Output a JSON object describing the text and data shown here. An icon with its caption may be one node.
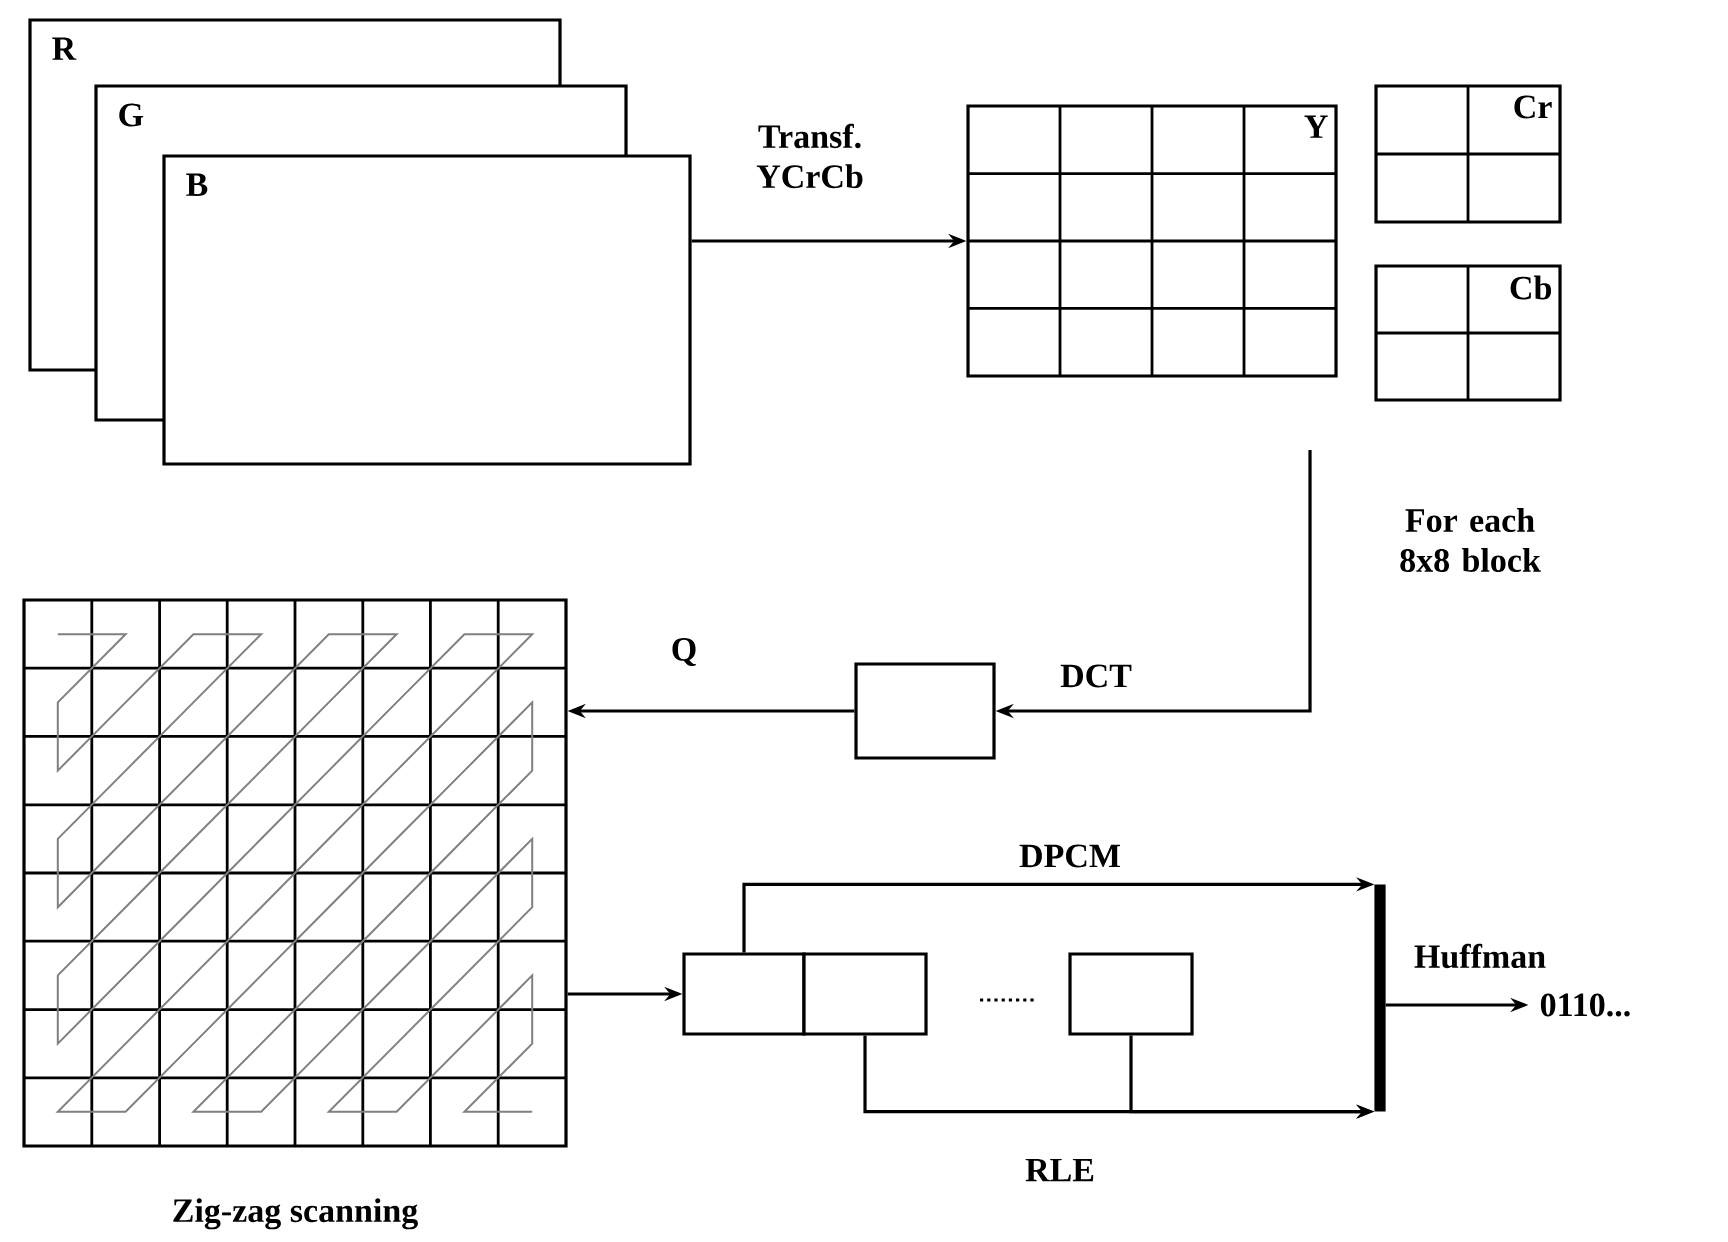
{
  "diagram": {
    "nodes": [
      {
        "text": [
          "R"
        ]
      },
      {
        "text": [
          "G"
        ]
      },
      {
        "text": [
          "B"
        ]
      },
      {
        "text": [
          "Y"
        ]
      },
      {
        "text": [
          "Cr"
        ]
      },
      {
        "text": [
          "Cb"
        ]
      },
      {
        "text": [],
        "shape": "box"
      },
      {
        "text": [],
        "shape": "grid",
        "beside": [
          "Zig-zag scanning"
        ]
      },
      {
        "text": [],
        "shape": "box"
      },
      {
        "text": [],
        "shape": "box"
      },
      {
        "text": [],
        "shape": "box"
      },
      {
        "text": [],
        "shape": "bar"
      },
      {
        "text": [
          "0110..."
        ]
      }
    ],
    "edges": [
      {
        "from": 2,
        "to": 3,
        "arrow": "to",
        "label": "Transf. YCrCb"
      },
      {
        "from": null,
        "to": 6,
        "arrow": "to",
        "label": "DCT"
      },
      {
        "from": 6,
        "to": 7,
        "arrow": "to",
        "label": "Q"
      },
      {
        "from": 7,
        "to": 8,
        "arrow": "to"
      },
      {
        "from": 8,
        "to": 11,
        "arrow": "to",
        "label": "DPCM"
      },
      {
        "from": 9,
        "to": 11,
        "arrow": "to",
        "label": "RLE"
      },
      {
        "from": 10,
        "to": 11,
        "arrow": "to"
      },
      {
        "from": 11,
        "to": 12,
        "arrow": "to",
        "label": "Huffman"
      }
    ],
    "labels": [
      "For each 8x8 block"
    ]
  }
}
